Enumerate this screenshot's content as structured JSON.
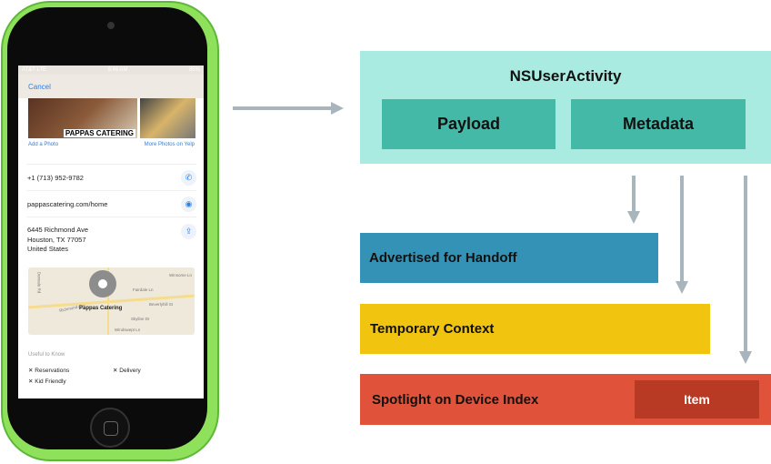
{
  "phone": {
    "status": {
      "carrier": "AT&T  LTE",
      "time": "9:46 AM",
      "battery": "85%"
    },
    "cancel": "Cancel",
    "photo_caption": "PAPPAS CATERING",
    "add_photo": "Add a Photo",
    "more_photos": "More Photos on Yelp",
    "phone_number": "+1 (713) 952-9782",
    "website": "pappascatering.com/home",
    "address": [
      "6445 Richmond Ave",
      "Houston, TX  77057",
      "United States"
    ],
    "map": {
      "pin_label": "Pappas Catering",
      "streets": [
        "Richmond Ave",
        "Fairdale Ln",
        "Beverlyhill St",
        "Skyline Dr",
        "Winsome Ln",
        "Dunvale Rd",
        "Windswept Ln"
      ]
    },
    "useful_header": "Useful to Know",
    "features": [
      "Reservations",
      "Delivery",
      "Kid Friendly"
    ]
  },
  "diagram": {
    "activity": {
      "title": "NSUserActivity",
      "payload": "Payload",
      "metadata": "Metadata"
    },
    "handoff": "Advertised for Handoff",
    "temporary": "Temporary Context",
    "spotlight": "Spotlight on Device Index",
    "item": "Item"
  },
  "colors": {
    "activity": "#a9ebe1",
    "activity_inner": "#45b9a8",
    "handoff": "#3492b6",
    "temporary": "#f1c40f",
    "spotlight": "#e0533a",
    "item": "#b83a24",
    "arrow": "#a9b5bd",
    "phone_bezel": "#8fe05a"
  }
}
